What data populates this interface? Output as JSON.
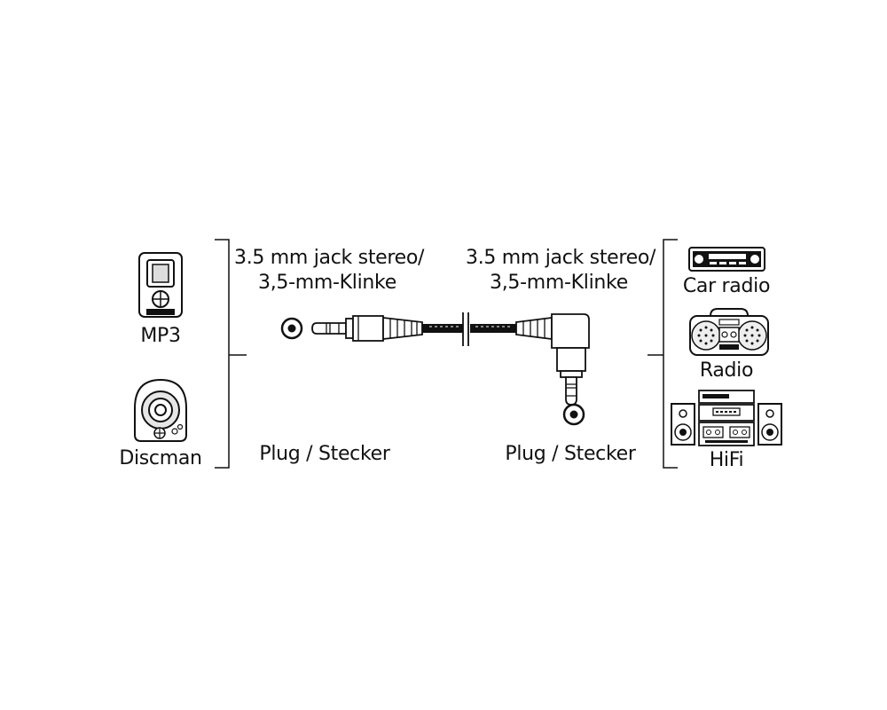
{
  "left_devices": [
    {
      "label": "MP3",
      "icon": "mp3-player-icon"
    },
    {
      "label": "Discman",
      "icon": "discman-icon"
    }
  ],
  "connectors": {
    "left": {
      "title_line1": "3.5 mm jack stereo/",
      "title_line2": "3,5-mm-Klinke",
      "type_label": "Plug / Stecker"
    },
    "right": {
      "title_line1": "3.5 mm jack stereo/",
      "title_line2": "3,5-mm-Klinke",
      "type_label": "Plug / Stecker"
    }
  },
  "right_devices": [
    {
      "label": "Car radio",
      "icon": "car-radio-icon"
    },
    {
      "label": "Radio",
      "icon": "boombox-icon"
    },
    {
      "label": "HiFi",
      "icon": "hifi-system-icon"
    }
  ],
  "colors": {
    "ink": "#111111",
    "background": "#ffffff"
  }
}
